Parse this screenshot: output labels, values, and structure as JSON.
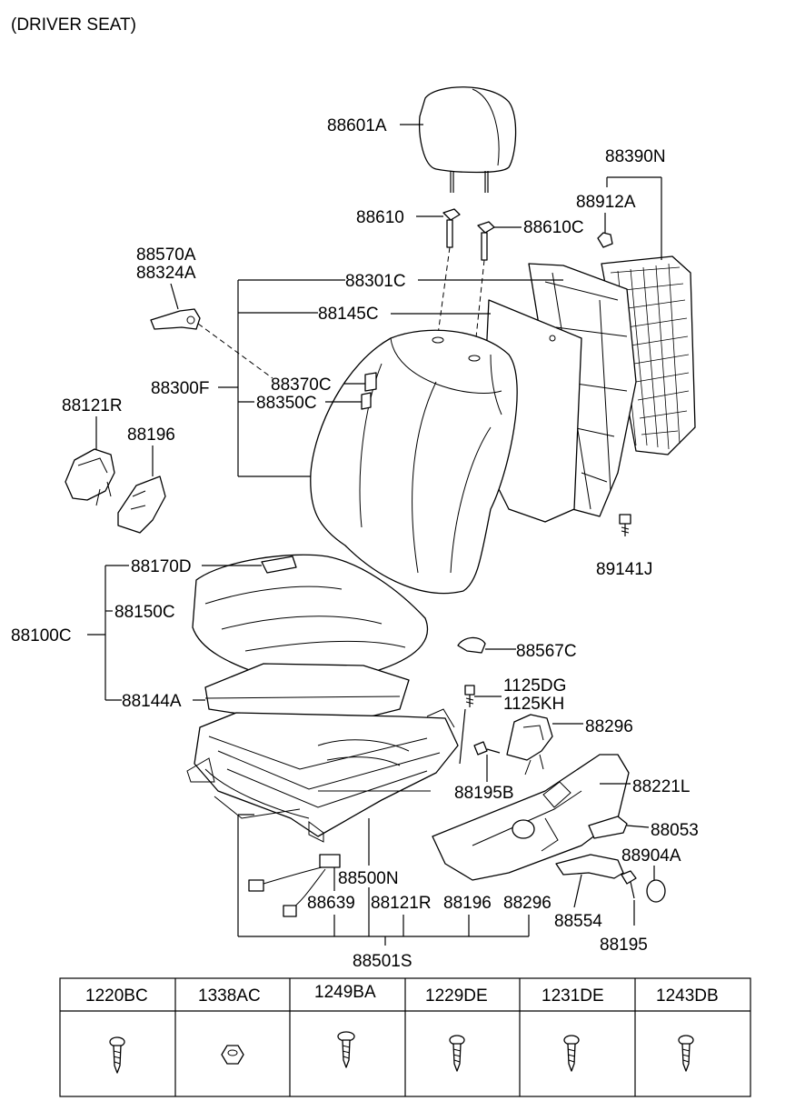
{
  "title": "(DRIVER SEAT)",
  "labels": {
    "p88601A": "88601A",
    "p88390N": "88390N",
    "p88912A": "88912A",
    "p88610": "88610",
    "p88610C": "88610C",
    "p88570A": "88570A",
    "p88324A": "88324A",
    "p88301C": "88301C",
    "p88145C": "88145C",
    "p88300F": "88300F",
    "p88370C": "88370C",
    "p88350C": "88350C",
    "p88121R": "88121R",
    "p88196": "88196",
    "p89141J": "89141J",
    "p88170D": "88170D",
    "p88150C": "88150C",
    "p88100C": "88100C",
    "p88144A": "88144A",
    "p88567C": "88567C",
    "p1125DG": "1125DG",
    "p1125KH": "1125KH",
    "p88296": "88296",
    "p88195B": "88195B",
    "p88221L": "88221L",
    "p88053": "88053",
    "p88904A": "88904A",
    "p88500N": "88500N",
    "p88639": "88639",
    "p88121R_b": "88121R",
    "p88196_b": "88196",
    "p88296_b": "88296",
    "p88554": "88554",
    "p88195": "88195",
    "p88501S": "88501S"
  },
  "fastener_table": {
    "headers": [
      "1220BC",
      "1338AC",
      "1249BA",
      "1229DE",
      "1231DE",
      "1243DB"
    ],
    "icons": [
      "screw-icon",
      "nut-icon",
      "screw-icon",
      "screw-icon",
      "screw-icon",
      "screw-icon"
    ]
  }
}
